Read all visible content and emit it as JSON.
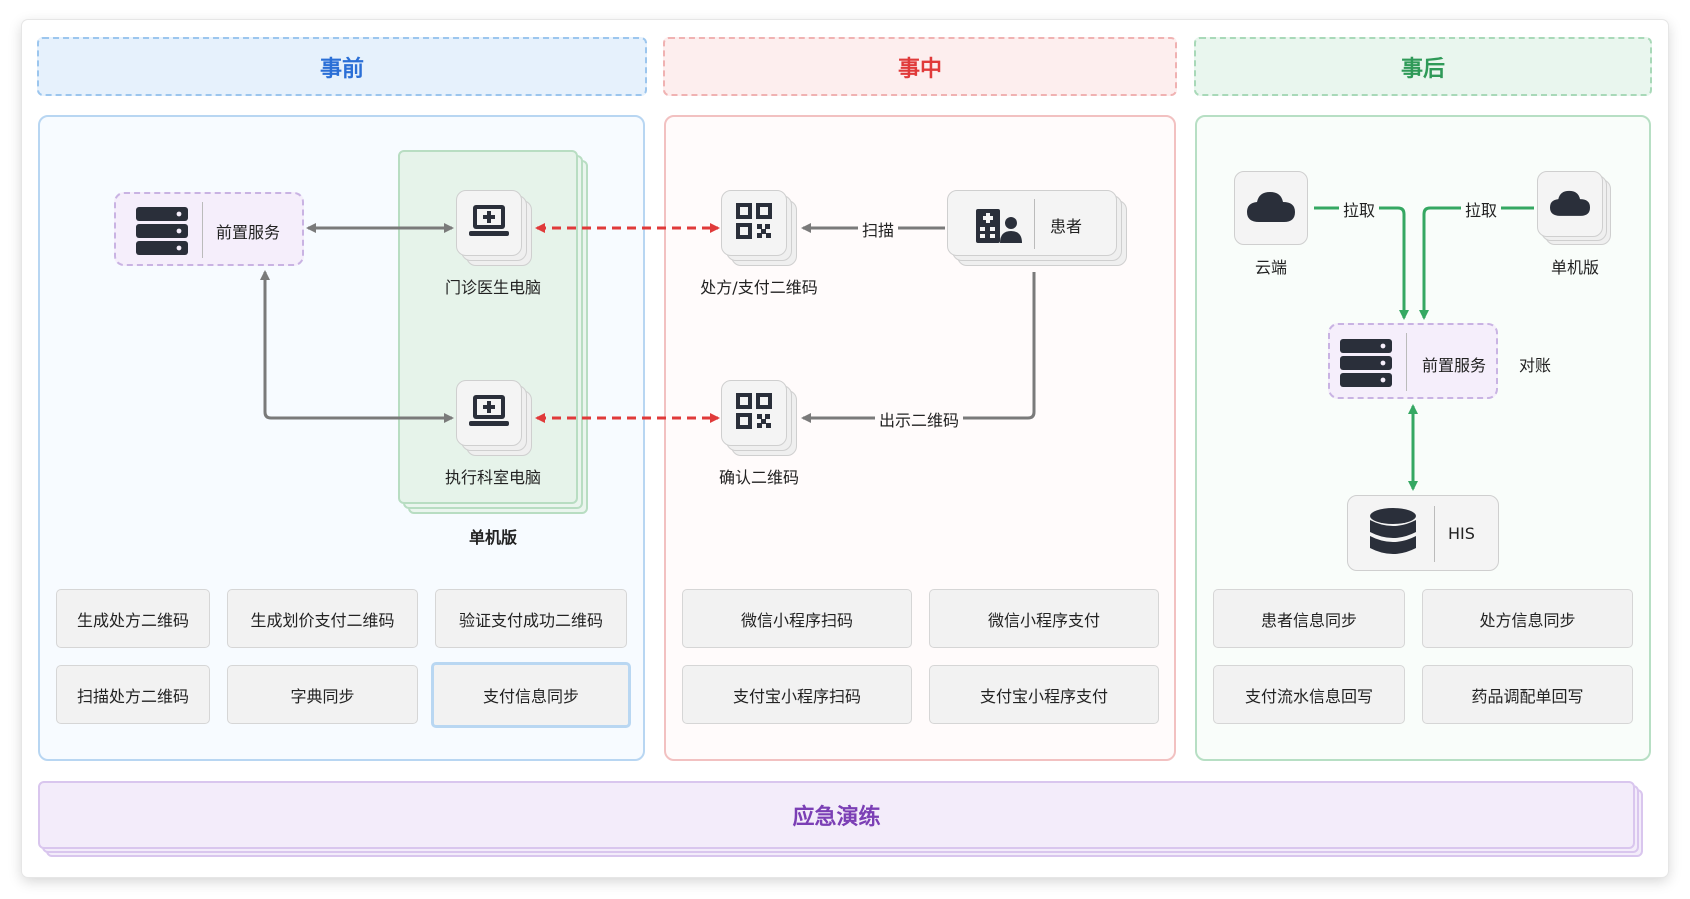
{
  "phases": {
    "before": {
      "title": "事前"
    },
    "during": {
      "title": "事中"
    },
    "after": {
      "title": "事后"
    }
  },
  "before": {
    "front_service": "前置服务",
    "outpatient_pc": "门诊医生电脑",
    "exec_pc": "执行科室电脑",
    "standalone": "单机版",
    "buttons": [
      "生成处方二维码",
      "生成划价支付二维码",
      "验证支付成功二维码",
      "扫描处方二维码",
      "字典同步",
      "支付信息同步"
    ]
  },
  "during": {
    "rx_qr": "处方/支付二维码",
    "confirm_qr": "确认二维码",
    "patient": "患者",
    "scan": "扫描",
    "show_qr": "出示二维码",
    "buttons": [
      "微信小程序扫码",
      "微信小程序支付",
      "支付宝小程序扫码",
      "支付宝小程序支付"
    ]
  },
  "after": {
    "cloud": "云端",
    "standalone": "单机版",
    "pull_left": "拉取",
    "pull_right": "拉取",
    "front_service": "前置服务",
    "reconcile": "对账",
    "his": "HIS",
    "buttons": [
      "患者信息同步",
      "处方信息同步",
      "支付流水信息回写",
      "药品调配单回写"
    ]
  },
  "footer": {
    "title": "应急演练"
  },
  "colors": {
    "blue": "#2b6fd6",
    "red": "#e03a3a",
    "green": "#2f9a58",
    "purple": "#7b3fb5",
    "arrow_gray": "#7a7a7a",
    "arrow_green": "#35a862"
  }
}
